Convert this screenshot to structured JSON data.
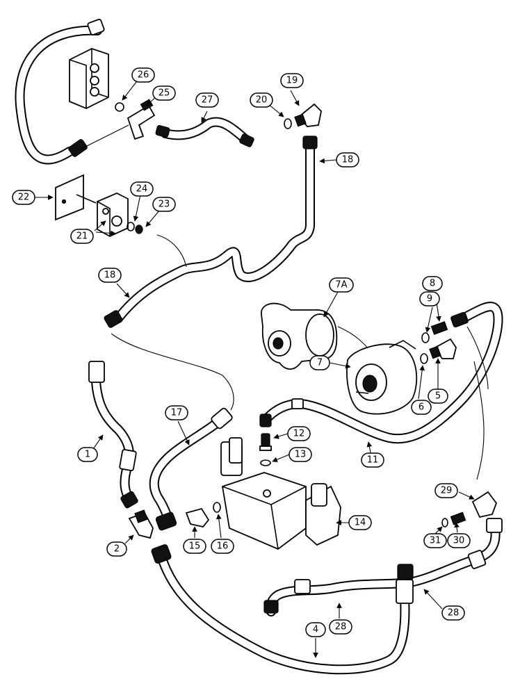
{
  "callouts": [
    {
      "id": "c26",
      "label": "26"
    },
    {
      "id": "c25",
      "label": "25"
    },
    {
      "id": "c27",
      "label": "27"
    },
    {
      "id": "c20",
      "label": "20"
    },
    {
      "id": "c19",
      "label": "19"
    },
    {
      "id": "c18a",
      "label": "18"
    },
    {
      "id": "c22",
      "label": "22"
    },
    {
      "id": "c24",
      "label": "24"
    },
    {
      "id": "c23",
      "label": "23"
    },
    {
      "id": "c21",
      "label": "21"
    },
    {
      "id": "c18b",
      "label": "18"
    },
    {
      "id": "c7A",
      "label": "7A"
    },
    {
      "id": "c9",
      "label": "9"
    },
    {
      "id": "c8",
      "label": "8"
    },
    {
      "id": "c7",
      "label": "7"
    },
    {
      "id": "c6",
      "label": "6"
    },
    {
      "id": "c5",
      "label": "5"
    },
    {
      "id": "c17",
      "label": "17"
    },
    {
      "id": "c12",
      "label": "12"
    },
    {
      "id": "c13",
      "label": "13"
    },
    {
      "id": "c11",
      "label": "11"
    },
    {
      "id": "c1",
      "label": "1"
    },
    {
      "id": "c29",
      "label": "29"
    },
    {
      "id": "c14",
      "label": "14"
    },
    {
      "id": "c31",
      "label": "31"
    },
    {
      "id": "c30",
      "label": "30"
    },
    {
      "id": "c2",
      "label": "2"
    },
    {
      "id": "c15",
      "label": "15"
    },
    {
      "id": "c16",
      "label": "16"
    },
    {
      "id": "c28a",
      "label": "28"
    },
    {
      "id": "c28b",
      "label": "28"
    },
    {
      "id": "c4",
      "label": "4"
    }
  ]
}
